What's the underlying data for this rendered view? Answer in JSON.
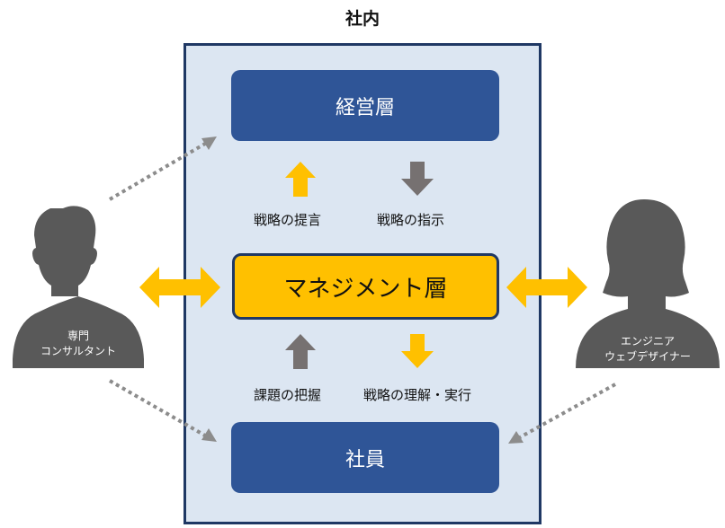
{
  "title": "社内",
  "boxes": {
    "executive": "経営層",
    "management": "マネジメント層",
    "staff": "社員"
  },
  "flows": {
    "propose_strategy": "戦略の提言",
    "direct_strategy": "戦略の指示",
    "grasp_issues": "課題の把握",
    "understand_execute": "戦略の理解・実行"
  },
  "people": {
    "consultant_line1": "専門",
    "consultant_line2": "コンサルタント",
    "engineer_line1": "エンジニア",
    "engineer_line2": "ウェブデザイナー"
  },
  "colors": {
    "navy_box": "#2f5597",
    "border": "#1f3864",
    "company_bg": "#dce6f2",
    "gold": "#ffc000",
    "gray": "#767171",
    "silhouette": "#595959"
  }
}
